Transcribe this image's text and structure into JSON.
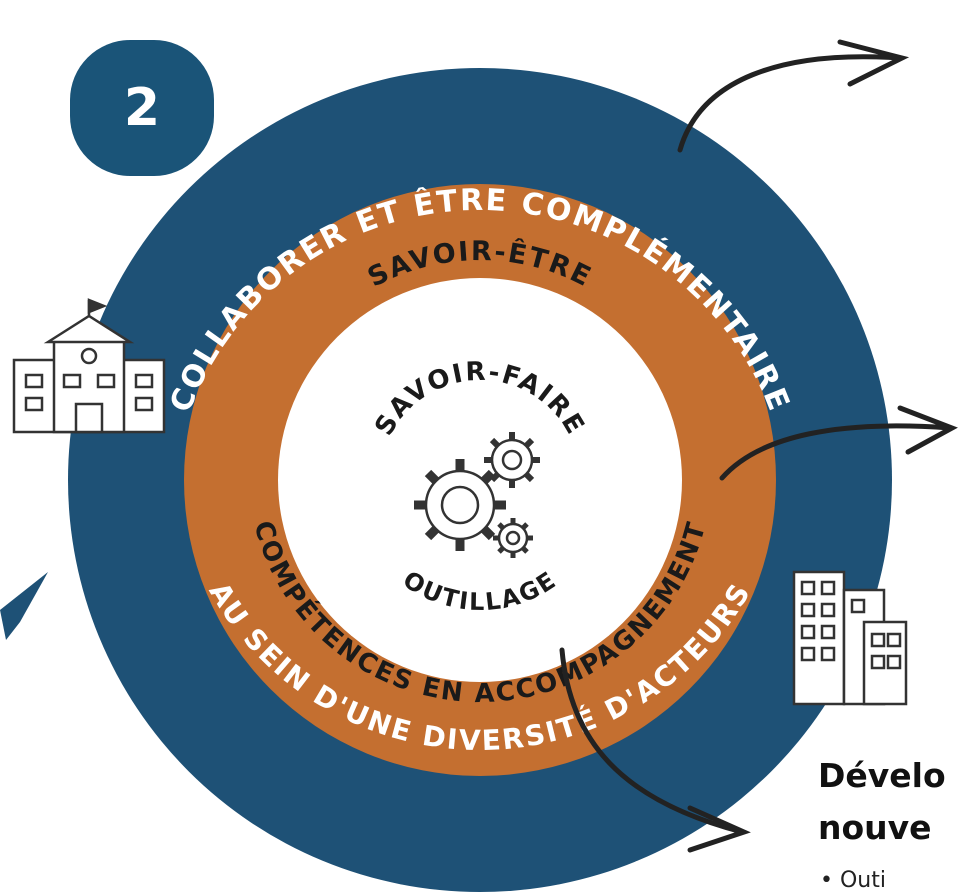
{
  "badge_number": "2",
  "outer_ring": {
    "top_text": "COLLABORER ET ÊTRE COMPLÉMENTAIRE",
    "bottom_text": "AU SEIN D'UNE DIVERSITÉ D'ACTEURS",
    "color": "#1e5176"
  },
  "middle_ring": {
    "top_text": "SAVOIR-ÊTRE",
    "bottom_text": "COMPÉTENCES EN ACCOMPAGNEMENT",
    "color": "#c46f30"
  },
  "inner_circle": {
    "top_text": "SAVOIR-FAIRE",
    "bottom_text": "OUTILLAGE",
    "color": "#ffffff"
  },
  "side_heading": {
    "line1": "Dévelo",
    "line2": "nouve"
  },
  "side_item": "• Outi"
}
